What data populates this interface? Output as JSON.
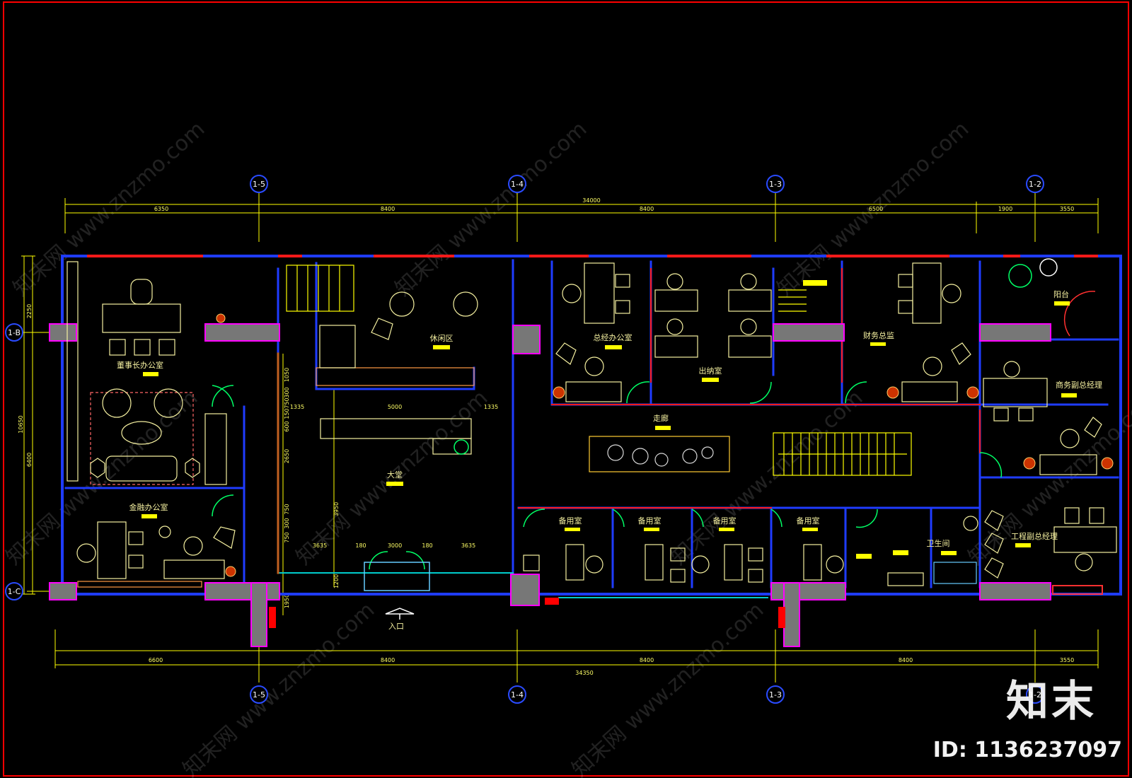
{
  "axes": {
    "top": [
      "1-5",
      "1-4",
      "1-3",
      "1-2"
    ],
    "bottom": [
      "1-5",
      "1-4",
      "1-3",
      "1-2"
    ],
    "left": [
      "1-B",
      "1-C"
    ]
  },
  "dims": {
    "top_total": "34000",
    "top_segments": [
      "6350",
      "8400",
      "8400",
      "6500",
      "1900",
      "3550"
    ],
    "bottom_total": "34350",
    "bottom_segments": [
      "6600",
      "8400",
      "8400",
      "8400",
      "3550"
    ],
    "left_total": "10650",
    "left_segments": [
      "2250",
      "6400"
    ],
    "vertical_mid": [
      "1050",
      "750",
      "300",
      "150",
      "600",
      "2650",
      "750",
      "300",
      "750",
      "1200",
      "1950"
    ],
    "lobby_top": [
      "1335",
      "5000",
      "1335"
    ],
    "lobby_bottom": [
      "3635",
      "180",
      "3000",
      "180",
      "3635"
    ],
    "lobby_height": "3950"
  },
  "rooms": {
    "chairman": "董事长办公室",
    "lounge": "休闲区",
    "manager": "总经办公室",
    "cashier": "出纳室",
    "finance": "财务总监",
    "balcony": "阳台",
    "business": "商务副总经理",
    "corridor": "走廊",
    "lobby": "大堂",
    "finance_office": "金融办公室",
    "spare1": "备用室",
    "spare2": "备用室",
    "spare3": "备用室",
    "spare4": "备用室",
    "wc": "卫生间",
    "engineering": "工程副总经理",
    "entrance": "入口"
  },
  "watermark": "知末网 www.znzmo.com",
  "brand": "知末",
  "image_id": "ID: 1136237097",
  "colors": {
    "wall_blue": "#1f3cff",
    "wall_red": "#ff1a1a",
    "furniture": "#f5f0a0",
    "dimension": "#ffff00",
    "column": "#777777",
    "column_edge": "#ff00ff",
    "door": "#00ff66",
    "frame": "#ff0000"
  }
}
